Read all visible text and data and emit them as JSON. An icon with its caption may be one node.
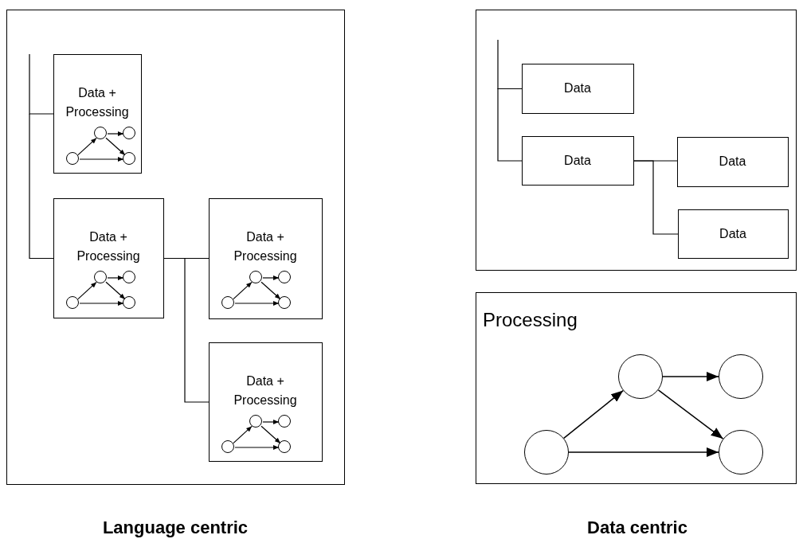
{
  "diagram": {
    "nodes": [
      {
        "text": [],
        "shape": "box"
      },
      {
        "text": [
          "Data + Processing"
        ],
        "in": 0
      },
      {
        "text": [],
        "shape": "circle",
        "in": 1
      },
      {
        "text": [],
        "shape": "circle",
        "in": 1
      },
      {
        "text": [],
        "shape": "circle",
        "in": 1
      },
      {
        "text": [],
        "shape": "circle",
        "in": 1
      },
      {
        "text": [
          "Data + Processing"
        ],
        "in": 0
      },
      {
        "text": [],
        "shape": "circle",
        "in": 6
      },
      {
        "text": [],
        "shape": "circle",
        "in": 6
      },
      {
        "text": [],
        "shape": "circle",
        "in": 6
      },
      {
        "text": [],
        "shape": "circle",
        "in": 6
      },
      {
        "text": [
          "Data + Processing"
        ],
        "in": 0
      },
      {
        "text": [],
        "shape": "circle",
        "in": 11
      },
      {
        "text": [],
        "shape": "circle",
        "in": 11
      },
      {
        "text": [],
        "shape": "circle",
        "in": 11
      },
      {
        "text": [],
        "shape": "circle",
        "in": 11
      },
      {
        "text": [
          "Data + Processing"
        ],
        "in": 0
      },
      {
        "text": [],
        "shape": "circle",
        "in": 16
      },
      {
        "text": [],
        "shape": "circle",
        "in": 16
      },
      {
        "text": [],
        "shape": "circle",
        "in": 16
      },
      {
        "text": [],
        "shape": "circle",
        "in": 16
      },
      {
        "text": [],
        "shape": "box"
      },
      {
        "text": [
          "Data"
        ],
        "in": 21
      },
      {
        "text": [
          "Data"
        ],
        "in": 21
      },
      {
        "text": [
          "Data"
        ],
        "in": 21
      },
      {
        "text": [
          "Data"
        ],
        "in": 21
      },
      {
        "text": [
          "Processing"
        ]
      },
      {
        "text": [],
        "shape": "circle",
        "in": 26
      },
      {
        "text": [],
        "shape": "circle",
        "in": 26
      },
      {
        "text": [],
        "shape": "circle",
        "in": 26
      },
      {
        "text": [],
        "shape": "circle",
        "in": 26
      }
    ],
    "edges": [
      {
        "from": null,
        "to": 1,
        "arrow": "none"
      },
      {
        "from": null,
        "to": 6,
        "arrow": "none"
      },
      {
        "from": 6,
        "to": 11,
        "arrow": "none"
      },
      {
        "from": 6,
        "to": 16,
        "arrow": "none"
      },
      {
        "from": 2,
        "to": 3,
        "arrow": "to"
      },
      {
        "from": 3,
        "to": 4,
        "arrow": "to"
      },
      {
        "from": 3,
        "to": 5,
        "arrow": "to"
      },
      {
        "from": 2,
        "to": 5,
        "arrow": "to"
      },
      {
        "from": 7,
        "to": 8,
        "arrow": "to"
      },
      {
        "from": 8,
        "to": 9,
        "arrow": "to"
      },
      {
        "from": 8,
        "to": 10,
        "arrow": "to"
      },
      {
        "from": 7,
        "to": 10,
        "arrow": "to"
      },
      {
        "from": 12,
        "to": 13,
        "arrow": "to"
      },
      {
        "from": 13,
        "to": 14,
        "arrow": "to"
      },
      {
        "from": 13,
        "to": 15,
        "arrow": "to"
      },
      {
        "from": 12,
        "to": 15,
        "arrow": "to"
      },
      {
        "from": 17,
        "to": 18,
        "arrow": "to"
      },
      {
        "from": 18,
        "to": 19,
        "arrow": "to"
      },
      {
        "from": 18,
        "to": 20,
        "arrow": "to"
      },
      {
        "from": 17,
        "to": 20,
        "arrow": "to"
      },
      {
        "from": null,
        "to": 22,
        "arrow": "none"
      },
      {
        "from": null,
        "to": 23,
        "arrow": "none"
      },
      {
        "from": 23,
        "to": 24,
        "arrow": "none"
      },
      {
        "from": 23,
        "to": 25,
        "arrow": "none"
      },
      {
        "from": 27,
        "to": 28,
        "arrow": "to"
      },
      {
        "from": 28,
        "to": 29,
        "arrow": "to"
      },
      {
        "from": 28,
        "to": 30,
        "arrow": "to"
      },
      {
        "from": 27,
        "to": 30,
        "arrow": "to"
      }
    ],
    "labels": [
      "Language centric",
      "Data centric"
    ]
  }
}
